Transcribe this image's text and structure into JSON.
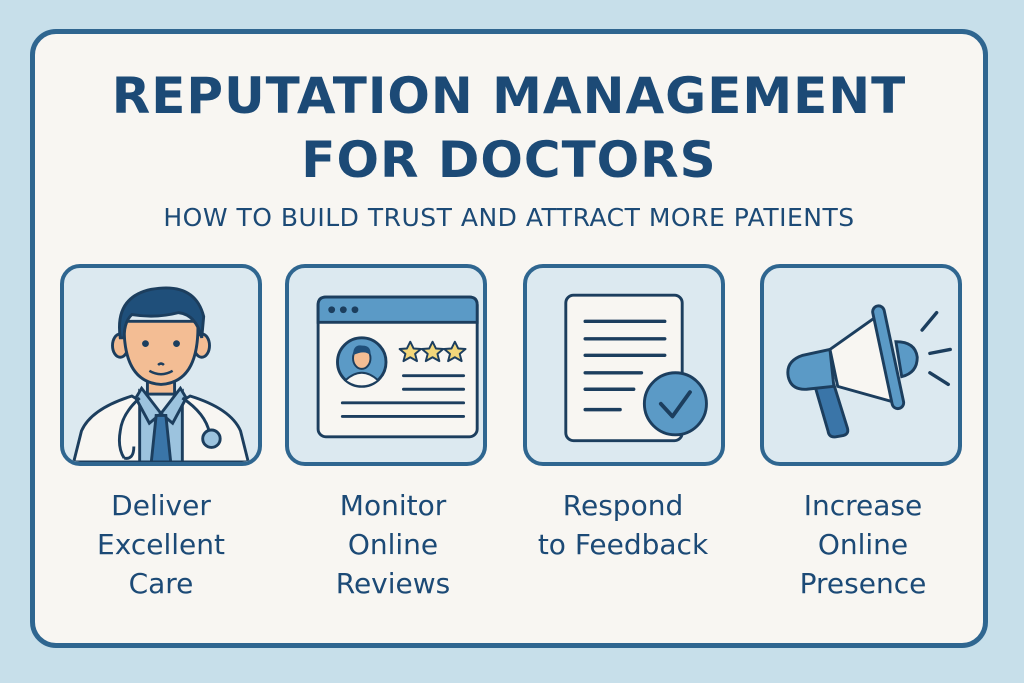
{
  "header": {
    "title_line1": "REPUTATION MANAGEMENT",
    "title_line2": "FOR DOCTORS",
    "subtitle": "HOW TO BUILD TRUST AND ATTRACT MORE PATIENTS"
  },
  "tips": [
    {
      "icon": "doctor-icon",
      "line1": "Deliver",
      "line2": "Excellent",
      "line3": "Care"
    },
    {
      "icon": "review-window-icon",
      "line1": "Monitor",
      "line2": "Online",
      "line3": "Reviews",
      "stars": 3
    },
    {
      "icon": "document-check-icon",
      "line1": "Respond",
      "line2": "to Feedback",
      "line3": ""
    },
    {
      "icon": "megaphone-icon",
      "line1": "Increase",
      "line2": "Online",
      "line3": "Presence"
    }
  ],
  "colors": {
    "background": "#c7dfea",
    "card": "#f8f6f2",
    "border": "#2f6690",
    "text": "#1c4a76",
    "tile": "#dce9f0",
    "accent_blue": "#5b9ac6",
    "skin": "#f3bd94",
    "star": "#f3d77a"
  }
}
